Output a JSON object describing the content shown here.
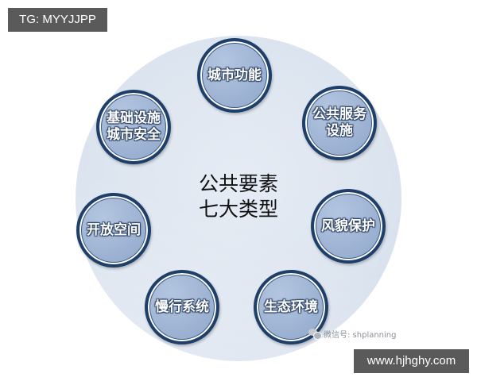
{
  "badges": {
    "top_left": "TG: MYYJJPP",
    "bottom_right": "www.hjhghy.com"
  },
  "diagram": {
    "center_title": "公共要素\n七大类型",
    "nodes": [
      {
        "id": "urban-function",
        "label": "城市功能"
      },
      {
        "id": "public-service",
        "label": "公共服务\n设施"
      },
      {
        "id": "townscape-protection",
        "label": "风貌保护"
      },
      {
        "id": "ecological-environment",
        "label": "生态环境"
      },
      {
        "id": "slow-traffic-system",
        "label": "慢行系统"
      },
      {
        "id": "open-space",
        "label": "开放空间"
      },
      {
        "id": "infrastructure-safety",
        "label": "基础设施\n城市安全"
      }
    ],
    "colors": {
      "background_circle": "#dde5ef",
      "node_fill": "#9fb4d4",
      "node_border": "#1f3f6b",
      "node_text": "#ffffff",
      "center_text": "#111111"
    }
  },
  "watermark": {
    "icon": "wechat-icon",
    "text": "微信号: shplanning"
  }
}
